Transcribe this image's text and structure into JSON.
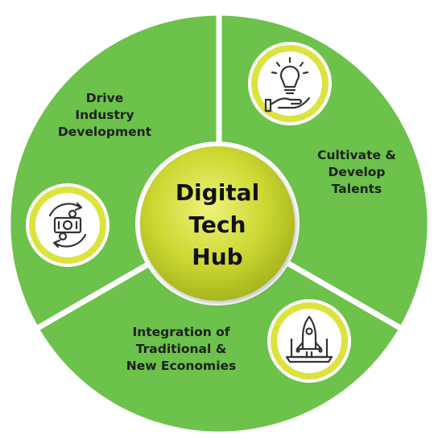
{
  "center": {
    "lines": [
      "Digital",
      "Tech",
      "Hub"
    ]
  },
  "segments": [
    {
      "name": "drive-industry",
      "lines": [
        "Drive",
        "Industry",
        "Development"
      ],
      "icon": "currency-exchange-icon"
    },
    {
      "name": "cultivate-talents",
      "lines": [
        "Cultivate &",
        "Develop",
        "Talents"
      ],
      "icon": "lightbulb-hand-icon"
    },
    {
      "name": "integration-economies",
      "lines": [
        "Integration of",
        "Traditional &",
        "New Economies"
      ],
      "icon": "rocket-laptop-icon"
    }
  ],
  "colors": {
    "segment": "#6cc24a",
    "segment_dark": "#4e9e31",
    "center": "#c5d42a",
    "icon_ring": "#dbe33f",
    "text": "#1e1e1e"
  }
}
